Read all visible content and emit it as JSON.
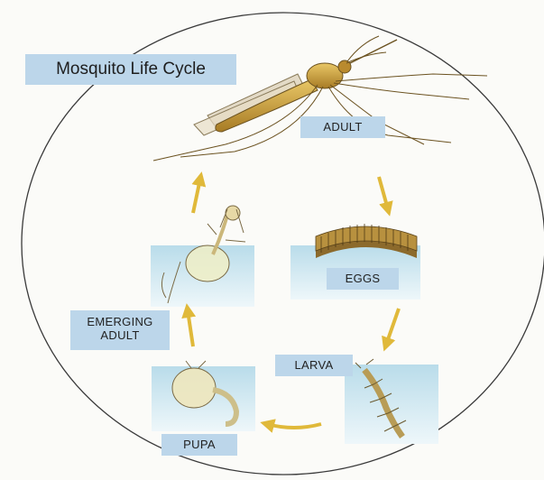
{
  "title": "Mosquito Life Cycle",
  "stages": {
    "adult": "ADULT",
    "eggs": "EGGS",
    "larva": "LARVA",
    "pupa": "PUPA",
    "emerging_line1": "EMERGING",
    "emerging_line2": "ADULT"
  },
  "colors": {
    "arrow": "#e0b93a",
    "label_bg": "#bcd6ea",
    "water": "#cfe6ef",
    "circle": "#3a3a3a"
  }
}
